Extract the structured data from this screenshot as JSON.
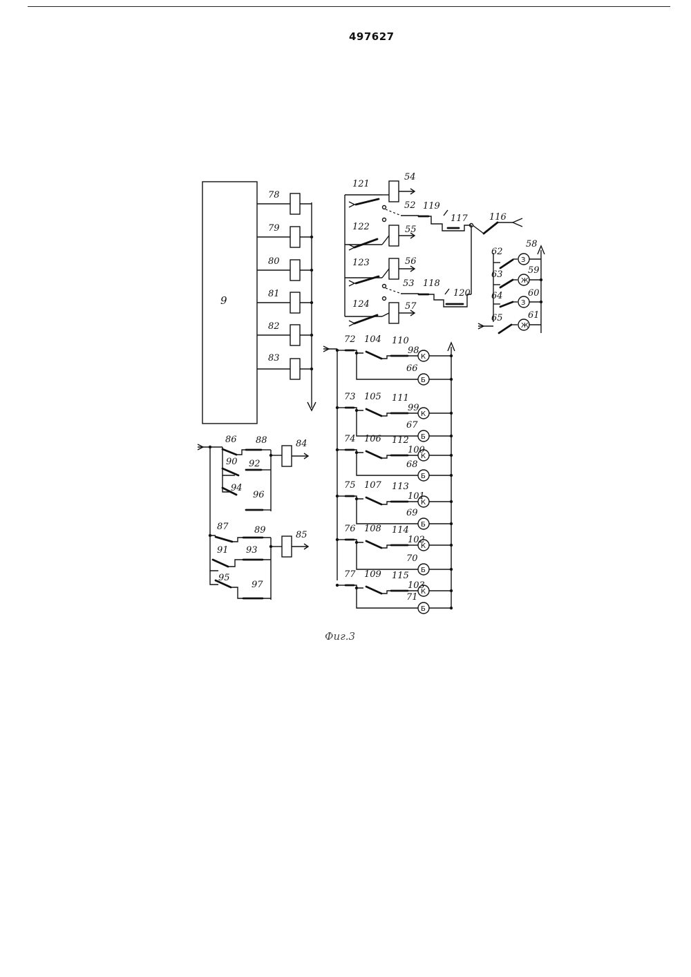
{
  "header": {
    "doc_number": "497627"
  },
  "caption": "Фиг.3",
  "labels": {
    "unit9": "9",
    "l78": "78",
    "l79": "79",
    "l80": "80",
    "l81": "81",
    "l82": "82",
    "l83": "83",
    "l121": "121",
    "l122": "122",
    "l123": "123",
    "l124": "124",
    "l54": "54",
    "l55": "55",
    "l56": "56",
    "l57": "57",
    "l52": "52",
    "l53": "53",
    "l119": "119",
    "l117": "117",
    "l118": "118",
    "l120": "120",
    "l116": "116",
    "l58": "58",
    "l59": "59",
    "l60": "60",
    "l61": "61",
    "l62": "62",
    "l63": "63",
    "l64": "64",
    "l65": "65",
    "l86": "86",
    "l88": "88",
    "l84": "84",
    "l90": "90",
    "l92": "92",
    "l94": "94",
    "l96": "96",
    "l87": "87",
    "l89": "89",
    "l85": "85",
    "l91": "91",
    "l93": "93",
    "l95": "95",
    "l97": "97",
    "rows": [
      {
        "sw": "72",
        "a": "104",
        "b": "110",
        "k": "98",
        "bn": "66"
      },
      {
        "sw": "73",
        "a": "105",
        "b": "111",
        "k": "99",
        "bn": "67"
      },
      {
        "sw": "74",
        "a": "106",
        "b": "112",
        "k": "100",
        "bn": "68"
      },
      {
        "sw": "75",
        "a": "107",
        "b": "113",
        "k": "101",
        "bn": "69"
      },
      {
        "sw": "76",
        "a": "108",
        "b": "114",
        "k": "102",
        "bn": "70"
      },
      {
        "sw": "77",
        "a": "109",
        "b": "115",
        "k": "103",
        "bn": "71"
      }
    ]
  },
  "symbols": {
    "lamp_k": "К",
    "lamp_b": "Б",
    "lamp_z": "З",
    "lamp_zh": "Ж"
  }
}
